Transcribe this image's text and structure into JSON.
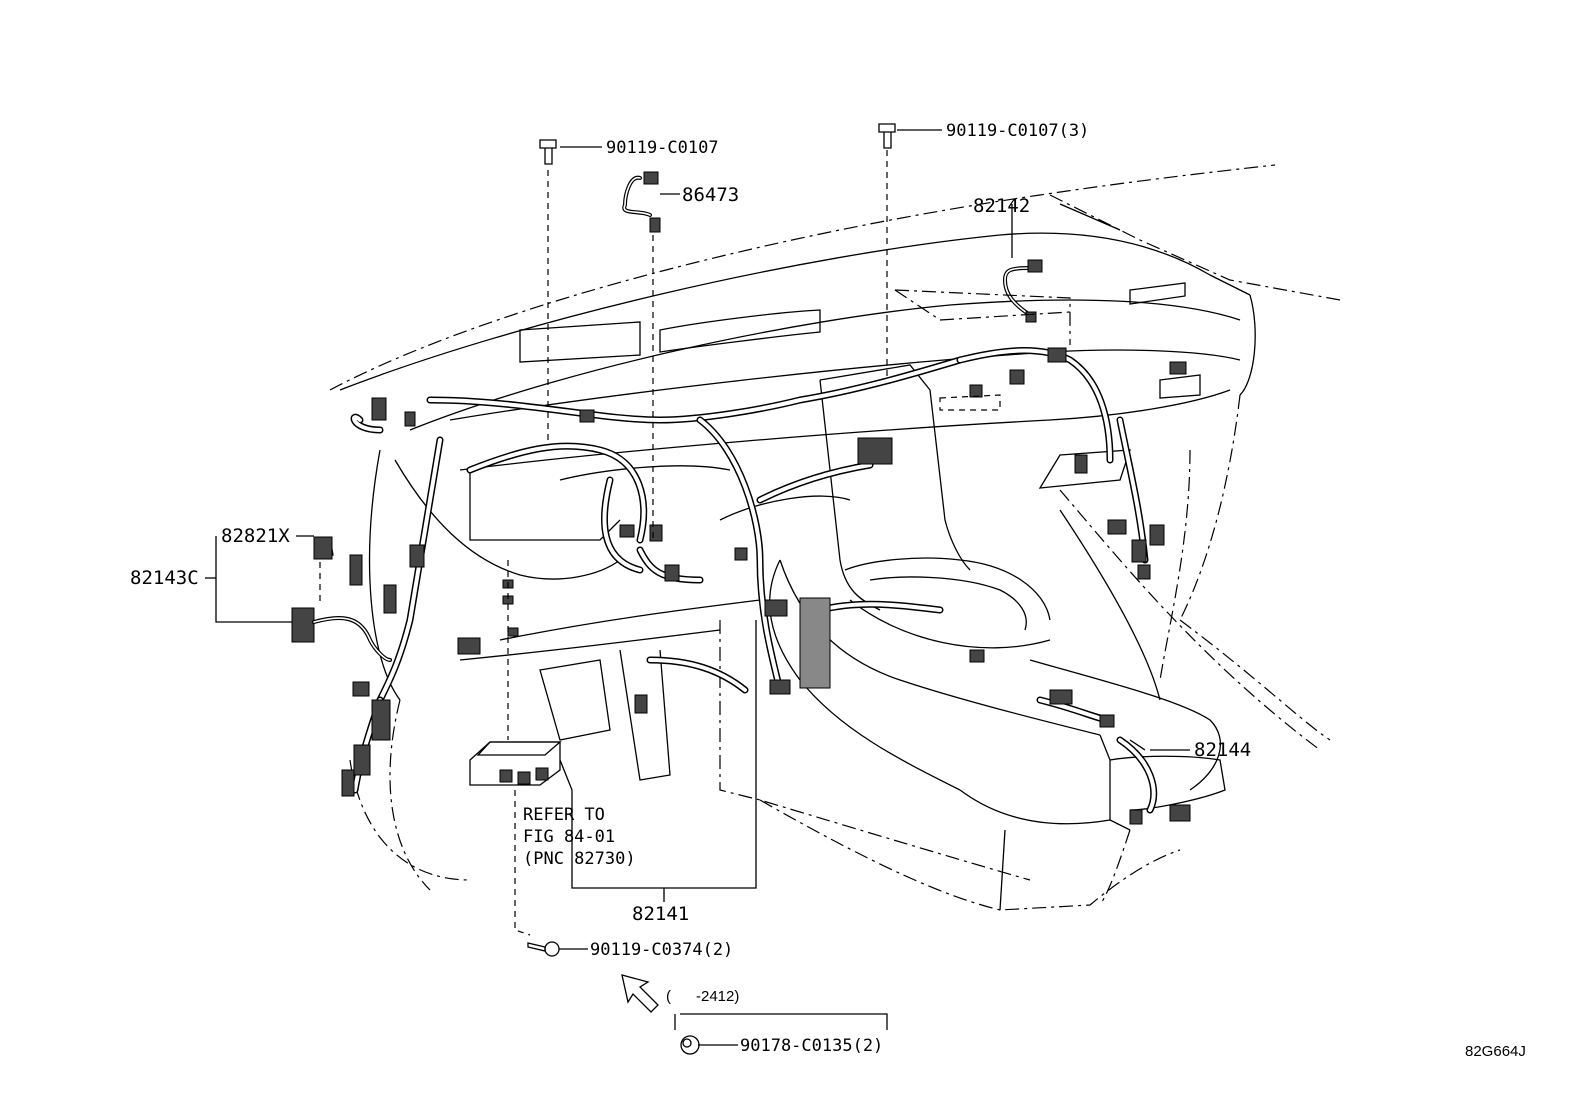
{
  "labels": {
    "bolt_top_left": "90119-C0107",
    "bolt_top_right": "90119-C0107(3)",
    "wire_86473": "86473",
    "harness_82142": "82142",
    "connector_82821x": "82821X",
    "harness_82143c": "82143C",
    "harness_82144": "82144",
    "refer_line1": "REFER TO",
    "refer_line2": "FIG 84-01",
    "refer_line3": "(PNC 82730)",
    "harness_82141": "82141",
    "bolt_bottom": "90119-C0374(2)",
    "date_range": "(      -2412)",
    "clip_bottom": "90178-C0135(2)",
    "figure_code": "82G664J"
  },
  "icons": {
    "arrow": "front-direction-arrow-icon",
    "bolt": "bolt-icon",
    "clip": "clip-icon"
  },
  "colors": {
    "line": "#000000",
    "background": "#ffffff"
  }
}
